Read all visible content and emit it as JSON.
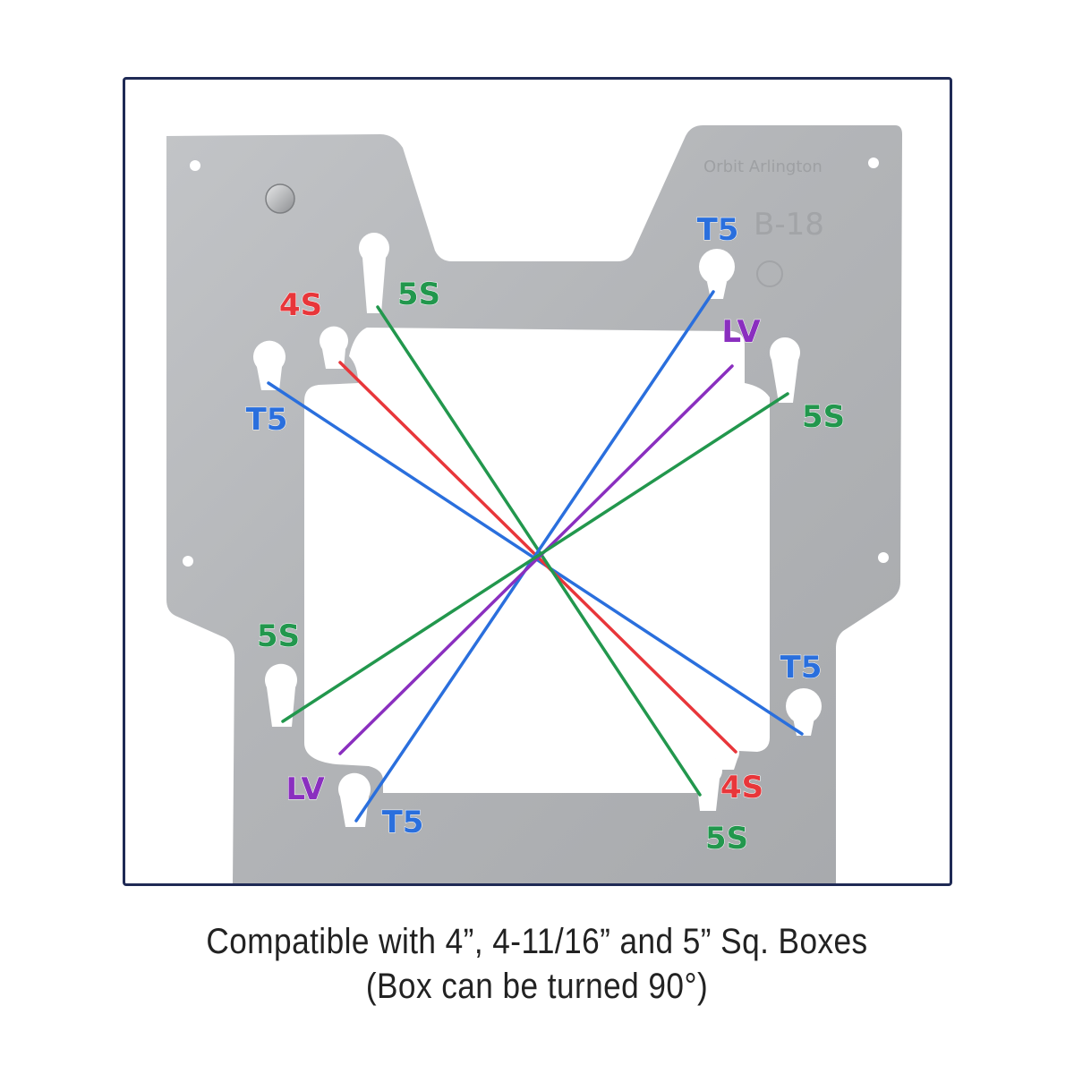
{
  "colors": {
    "T5": "#2a6fdd",
    "4S": "#e8363a",
    "5S": "#22974d",
    "LV": "#8a2fbf",
    "frame": "#1f2a55"
  },
  "plate": {
    "stamp_text": "Orbit Arlington",
    "model_text": "B-18"
  },
  "labels": [
    {
      "key": "t5-top-right",
      "text": "T5",
      "type": "T5"
    },
    {
      "key": "5s-top-left",
      "text": "5S",
      "type": "5S"
    },
    {
      "key": "4s-top-left",
      "text": "4S",
      "type": "4S"
    },
    {
      "key": "lv-top-right",
      "text": "LV",
      "type": "LV"
    },
    {
      "key": "t5-left",
      "text": "T5",
      "type": "T5"
    },
    {
      "key": "5s-right",
      "text": "5S",
      "type": "5S"
    },
    {
      "key": "5s-left",
      "text": "5S",
      "type": "5S"
    },
    {
      "key": "t5-right",
      "text": "T5",
      "type": "T5"
    },
    {
      "key": "lv-bottom-left",
      "text": "LV",
      "type": "LV"
    },
    {
      "key": "4s-bottom-right",
      "text": "4S",
      "type": "4S"
    },
    {
      "key": "t5-bottom-left",
      "text": "T5",
      "type": "T5"
    },
    {
      "key": "5s-bottom-right",
      "text": "5S",
      "type": "5S"
    }
  ],
  "connections": [
    {
      "type": "T5",
      "from": "top-left",
      "to": "bottom-right"
    },
    {
      "type": "4S",
      "from": "top-left",
      "to": "bottom-right"
    },
    {
      "type": "5S",
      "from": "top-left",
      "to": "bottom-right"
    },
    {
      "type": "T5",
      "from": "top-right",
      "to": "bottom-left"
    },
    {
      "type": "LV",
      "from": "top-right",
      "to": "bottom-left"
    },
    {
      "type": "5S",
      "from": "right",
      "to": "left"
    }
  ],
  "caption": {
    "line1": "Compatible with 4”, 4-11/16” and 5” Sq. Boxes",
    "line2": "(Box can be turned 90°)"
  }
}
